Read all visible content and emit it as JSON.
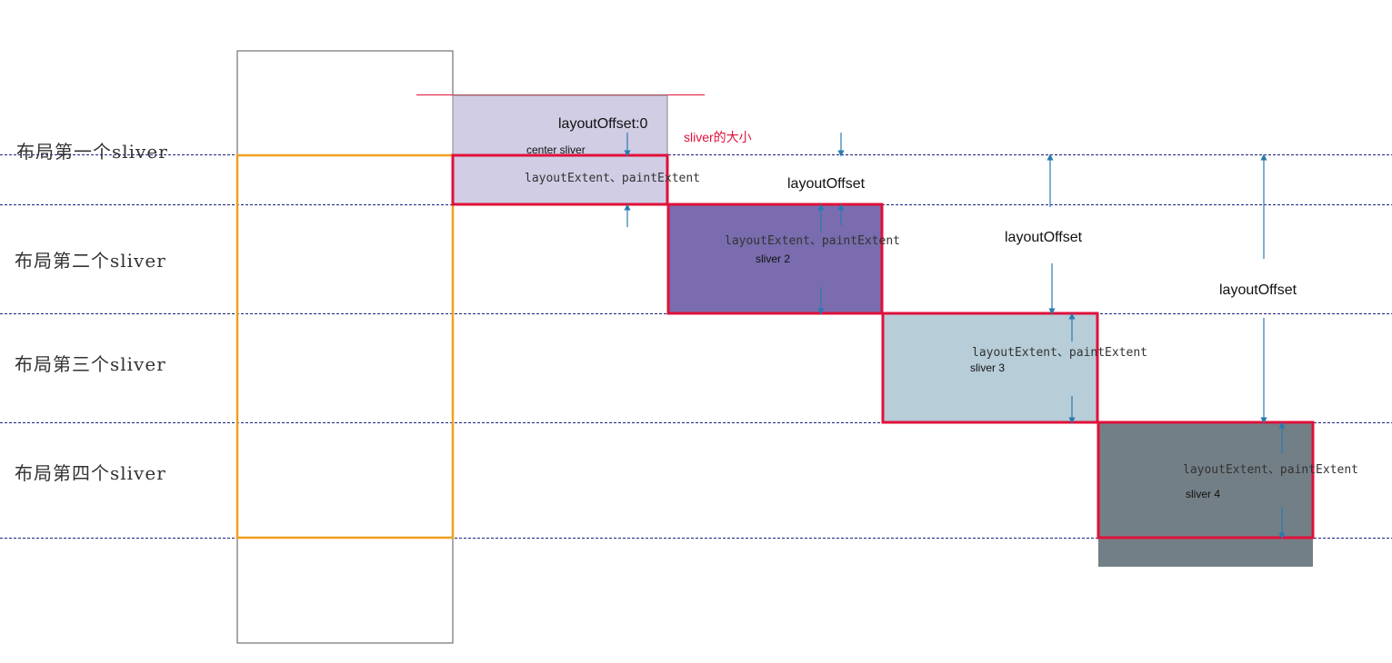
{
  "row_labels": [
    "布局第一个sliver",
    "布局第二个sliver",
    "布局第三个sliver",
    "布局第四个sliver"
  ],
  "sliver_labels": {
    "center": "center sliver",
    "sliver2": "sliver 2",
    "sliver3": "sliver 3",
    "sliver4": "sliver 4"
  },
  "extent_label": "layoutExtent、paintExtent",
  "offset_labels": {
    "first": "layoutOffset:0",
    "second": "layoutOffset",
    "third": "layoutOffset",
    "fourth": "layoutOffset"
  },
  "size_label": "sliver的大小",
  "colors": {
    "viewport_border": "#555555",
    "visible_region": "#f0a020",
    "guide_line": "#1a237e",
    "highlight_border": "#e0103a",
    "arrow": "#2a7ab0",
    "center_fill": "#d0cde4",
    "sliver2_fill": "#7a6cae",
    "sliver3_fill": "#b7cdd8",
    "sliver4_fill": "#737f86"
  }
}
